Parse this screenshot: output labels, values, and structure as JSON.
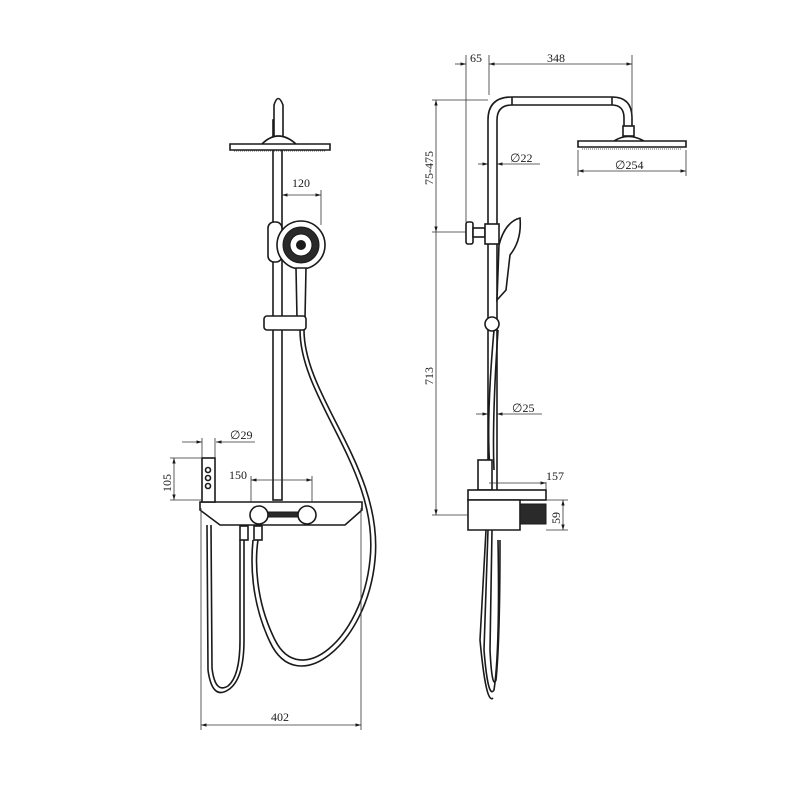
{
  "title": "Shower system dimension drawing",
  "front_view": {
    "dims": {
      "handshower_offset": "120",
      "diverter_diameter": "∅29",
      "diverter_height": "105",
      "valve_spacing": "150",
      "total_width": "402"
    }
  },
  "side_view": {
    "dims": {
      "rail_offset": "65",
      "arm_reach": "348",
      "adjustable_height": "75-475",
      "pipe_diameter_upper": "∅22",
      "head_diameter": "∅254",
      "overall_height": "713",
      "pipe_diameter_lower": "∅25",
      "mixer_depth": "157",
      "mixer_height": "59"
    }
  },
  "colors": {
    "line": "#1a1a1a",
    "background": "#ffffff"
  }
}
